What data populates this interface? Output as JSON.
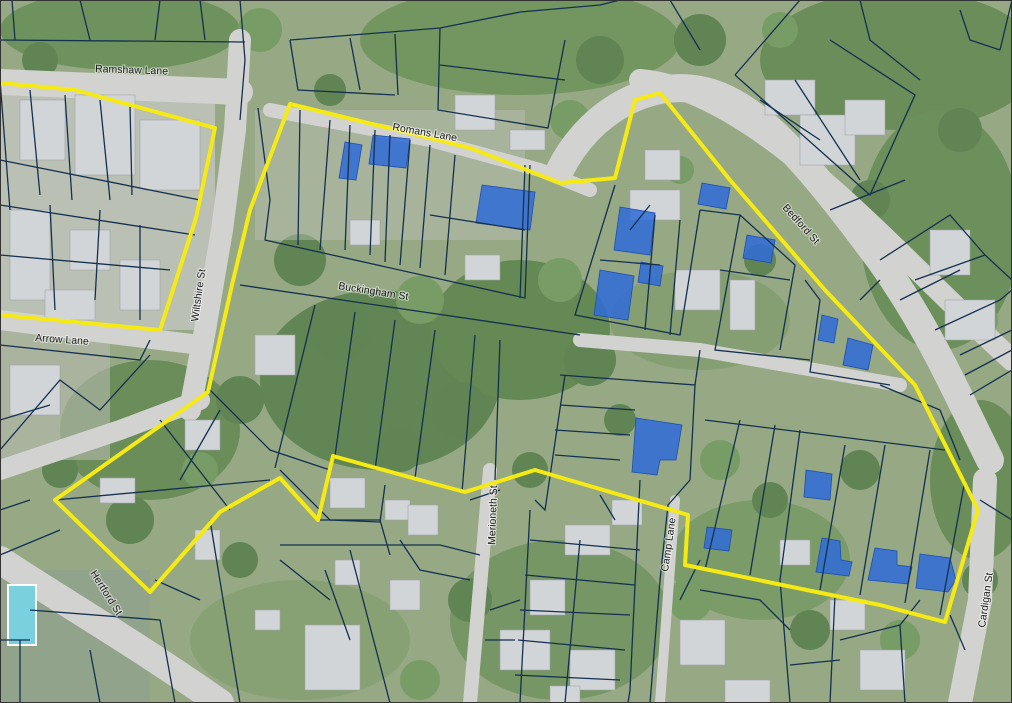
{
  "map": {
    "street_labels": {
      "ramshaw": "Ramshaw Lane",
      "romans": "Romans Lane",
      "bedford": "Bedford St",
      "buckingham": "Buckingham St",
      "wiltshire": "Wiltshire St",
      "arrow": "Arrow Lane",
      "merioneth": "Merioneth St",
      "camp": "Camp Lane",
      "hertford": "Hertford St",
      "cardigan": "Cardigan St"
    },
    "colors": {
      "boundary": "#f5ea14",
      "parcel_lines": "#14304f",
      "highlighted_buildings": "#2f6bd8",
      "imagery_base": "#7f9669"
    },
    "layers": [
      "aerial-imagery",
      "parcel-boundaries",
      "highlighted-buildings",
      "precinct-boundary",
      "street-labels"
    ]
  }
}
